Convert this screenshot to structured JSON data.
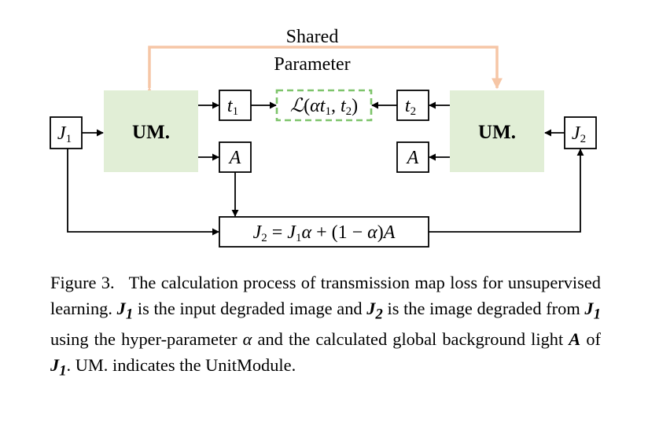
{
  "diagram": {
    "shared_label_line1": "Shared",
    "shared_label_line2": "Parameter",
    "unit_module_left": "UM.",
    "unit_module_right": "UM.",
    "input_left": "J",
    "input_left_sub": "1",
    "input_right": "J",
    "input_right_sub": "2",
    "t1": "t",
    "t1_sub": "1",
    "t2": "t",
    "t2_sub": "2",
    "a_left": "A",
    "a_right": "A",
    "loss": {
      "script_l": "ℒ",
      "open": "(",
      "alpha": "α",
      "t": "t",
      "sub1": "1",
      "comma": ", ",
      "t2": "t",
      "sub2": "2",
      "close": ")"
    },
    "formula": {
      "j2": "J",
      "j2_sub": "2",
      "eq": " = ",
      "j1": "J",
      "j1_sub": "1",
      "alpha": "α",
      "plus": " + (1 − ",
      "alpha2": "α",
      "close": ")",
      "a": "A"
    },
    "colors": {
      "module_fill": "#e1eed6",
      "shared_arrow": "#f6c6a6",
      "loss_dash": "#7ec46b",
      "line": "#000000"
    }
  },
  "caption": {
    "label": "Figure 3.",
    "t1": "The calculation process of transmission map loss for unsupervised learning.",
    "j1": "J",
    "j1_sub": "1",
    "t2": "is the input degraded image and",
    "j2": "J",
    "j2_sub": "2",
    "t3": "is the image degraded from",
    "j1b": "J",
    "j1b_sub": "1",
    "t4": "using the hyper-parameter",
    "alpha": "α",
    "t5": "and the calculated global background light",
    "a": "A",
    "t6": "of",
    "j1c": "J",
    "j1c_sub": "1",
    "t7": ". UM. indicates the UnitModule."
  }
}
